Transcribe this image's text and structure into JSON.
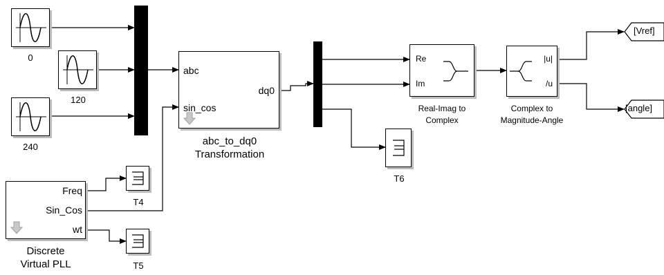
{
  "sources": [
    {
      "label": "0"
    },
    {
      "label": "120"
    },
    {
      "label": "240"
    }
  ],
  "abc_to_dq0": {
    "in_ports": [
      "abc",
      "sin_cos"
    ],
    "out_port": "dq0",
    "name_line1": "abc_to_dq0",
    "name_line2": "Transformation"
  },
  "pll": {
    "out_ports": [
      "Freq",
      "Sin_Cos",
      "wt"
    ],
    "name_line1": "Discrete",
    "name_line2": "Virtual PLL"
  },
  "terminators": [
    {
      "label": "T4"
    },
    {
      "label": "T5"
    },
    {
      "label": "T6"
    }
  ],
  "real_imag": {
    "in_ports": [
      "Re",
      "Im"
    ],
    "name_line1": "Real-Imag to",
    "name_line2": "Complex"
  },
  "complex_mag": {
    "out_ports": [
      "|u|",
      "/u"
    ],
    "name_line1": "Complex to",
    "name_line2": "Magnitude-Angle"
  },
  "goto_tags": [
    {
      "label": "[Vref]"
    },
    {
      "label": "[angle]"
    }
  ]
}
